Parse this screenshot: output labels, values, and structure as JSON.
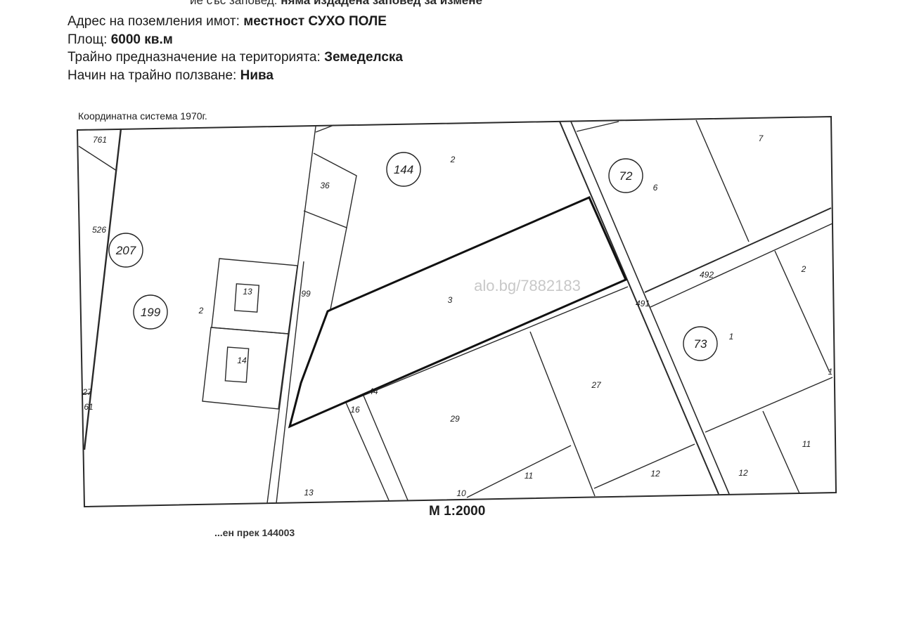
{
  "header": {
    "cut_off_line_start": "ие със заповед:",
    "cut_off_line_bold": "няма издадена заповед за измене",
    "address_label": "Адрес на поземления имот:",
    "address_value": "местност СУХО ПОЛЕ",
    "area_label": "Площ:",
    "area_value": "6000 кв.м",
    "purpose_label": "Трайно предназначение на територията:",
    "purpose_value": "Земеделска",
    "usage_label": "Начин на трайно ползване:",
    "usage_value": "Нива"
  },
  "map": {
    "coordinate_system": "Координатна система 1970г.",
    "scale": "М 1:2000",
    "watermark": "alo.bg/7882183",
    "circled_labels": [
      "207",
      "199",
      "144",
      "72",
      "73"
    ],
    "parcel_labels": [
      "761",
      "526",
      "27",
      "61",
      "2",
      "13",
      "14",
      "36",
      "99",
      "2",
      "3",
      "44",
      "16",
      "29",
      "13",
      "10",
      "11",
      "6",
      "7",
      "492",
      "491",
      "2",
      "1",
      "27",
      "12",
      "12",
      "11",
      "1"
    ],
    "line_color": "#2a2a2a",
    "highlight_color": "#111111"
  },
  "footer": {
    "cut_off_text": "...ен прек 144003"
  }
}
